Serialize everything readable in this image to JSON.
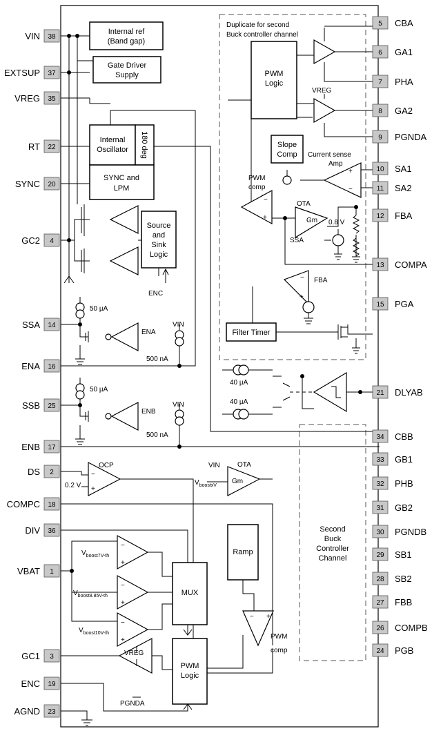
{
  "left_pins": [
    {
      "name": "VIN",
      "num": "38"
    },
    {
      "name": "EXTSUP",
      "num": "37"
    },
    {
      "name": "VREG",
      "num": "35"
    },
    {
      "name": "RT",
      "num": "22"
    },
    {
      "name": "SYNC",
      "num": "20"
    },
    {
      "name": "GC2",
      "num": "4"
    },
    {
      "name": "SSA",
      "num": "14"
    },
    {
      "name": "ENA",
      "num": "16"
    },
    {
      "name": "SSB",
      "num": "25"
    },
    {
      "name": "ENB",
      "num": "17"
    },
    {
      "name": "DS",
      "num": "2"
    },
    {
      "name": "COMPC",
      "num": "18"
    },
    {
      "name": "DIV",
      "num": "36"
    },
    {
      "name": "VBAT",
      "num": "1"
    },
    {
      "name": "GC1",
      "num": "3"
    },
    {
      "name": "ENC",
      "num": "19"
    },
    {
      "name": "AGND",
      "num": "23"
    }
  ],
  "right_pins": [
    {
      "name": "CBA",
      "num": "5"
    },
    {
      "name": "GA1",
      "num": "6"
    },
    {
      "name": "PHA",
      "num": "7"
    },
    {
      "name": "GA2",
      "num": "8"
    },
    {
      "name": "PGNDA",
      "num": "9"
    },
    {
      "name": "SA1",
      "num": "10"
    },
    {
      "name": "SA2",
      "num": "11"
    },
    {
      "name": "FBA",
      "num": "12"
    },
    {
      "name": "COMPA",
      "num": "13"
    },
    {
      "name": "PGA",
      "num": "15"
    },
    {
      "name": "DLYAB",
      "num": "21"
    },
    {
      "name": "CBB",
      "num": "34"
    },
    {
      "name": "GB1",
      "num": "33"
    },
    {
      "name": "PHB",
      "num": "32"
    },
    {
      "name": "GB2",
      "num": "31"
    },
    {
      "name": "PGNDB",
      "num": "30"
    },
    {
      "name": "SB1",
      "num": "29"
    },
    {
      "name": "SB2",
      "num": "28"
    },
    {
      "name": "FBB",
      "num": "27"
    },
    {
      "name": "COMPB",
      "num": "26"
    },
    {
      "name": "PGB",
      "num": "24"
    }
  ],
  "blocks": {
    "internal_ref": [
      "Internal ref",
      "(Band gap)"
    ],
    "gate_driver": [
      "Gate Driver",
      "Supply"
    ],
    "internal_osc": [
      "Internal",
      "Oscillator"
    ],
    "deg180": "180 deg",
    "sync_lpm": [
      "SYNC and",
      "LPM"
    ],
    "source_sink": [
      "Source",
      "and",
      "Sink",
      "Logic"
    ],
    "pwm_logic_a": [
      "PWM",
      "Logic"
    ],
    "slope_comp": [
      "Slope",
      "Comp"
    ],
    "filter_timer": "Filter Timer",
    "ramp": "Ramp",
    "mux": "MUX",
    "pwm_logic_c": [
      "PWM",
      "Logic"
    ],
    "second_buck": [
      "Second",
      "Buck",
      "Controller",
      "Channel"
    ]
  },
  "labels": {
    "duplicate_note": [
      "Duplicate for second",
      "Buck controller channel"
    ],
    "vreg_top": "VREG",
    "current_sense": [
      "Current sense",
      "Amp"
    ],
    "pwm_comp_a": [
      "PWM",
      "comp"
    ],
    "ota_a": "OTA",
    "gm_a": "Gm",
    "v08": "0.8 V",
    "ssa_ref": "SSA",
    "fba_ref": "FBA",
    "enc_in": "ENC",
    "i50_a": "50 µA",
    "i50_b": "50 µA",
    "ena_drv": "ENA",
    "enb_drv": "ENB",
    "vin_a": "VIN",
    "vin_b": "VIN",
    "i500_a": "500 nA",
    "i500_b": "500 nA",
    "i40_a": "40 µA",
    "i40_b": "40 µA",
    "ocp": "OCP",
    "v02": "0.2 V",
    "vin_ota": "VIN",
    "ota_c": "OTA",
    "gm_c": "Gm",
    "vboostx_main": "V",
    "vboostx_sub": "boostxV",
    "vboost7_main": "V",
    "vboost7_sub": "boost7V-th",
    "vboost885_main": "V",
    "vboost885_sub": "boost8.85V-th",
    "vboost10_main": "V",
    "vboost10_sub": "boost10V-th",
    "vreg_c": "VREG",
    "pgnda_c": "PGNDA",
    "pwm_comp_c": [
      "PWM",
      "comp"
    ]
  }
}
